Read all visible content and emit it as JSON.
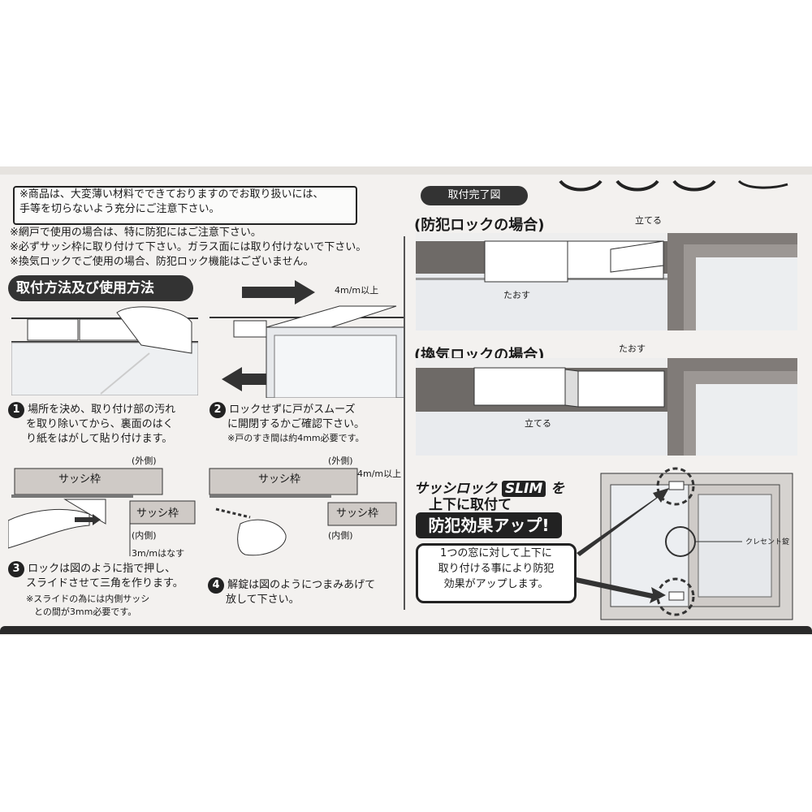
{
  "notes": {
    "boxed_line1": "※商品は、大変薄い材料でできておりますのでお取り扱いには、",
    "boxed_line2": "手等を切らないよう充分にご注意下さい。",
    "line3": "※網戸で使用の場合は、特に防犯にはご注意下さい。",
    "line4": "※必ずサッシ枠に取り付けて下さい。ガラス面には取り付けないで下さい。",
    "line5": "※換気ロックでご使用の場合、防犯ロック機能はございません。"
  },
  "howto": {
    "heading": "取付方法及び使用方法",
    "gap_label": "4",
    "gap_unit": "m/m以上",
    "step1": {
      "num": "1",
      "line1": "場所を決め、取り付け部の汚れ",
      "line2": "を取り除いてから、裏面のはく",
      "line3": "り紙をはがして貼り付けます。"
    },
    "step2": {
      "num": "2",
      "line1": "ロックせずに戸がスムーズ",
      "line2": "に開閉するかご確認下さい。",
      "note": "※戸のすき間は約4mm必要です。"
    },
    "step3": {
      "num": "3",
      "line1": "ロックは図のように指で押し、",
      "line2": "スライドさせて三角を作ります。",
      "note1": "※スライドの為には内側サッシ",
      "note2": "との間が3mm必要です。"
    },
    "step4": {
      "num": "4",
      "line1": "解錠は図のようにつまみあげて",
      "line2": "放して下さい。"
    },
    "diagram_left": {
      "outside": "(外側)",
      "sash": "サッシ枠",
      "sash2": "サッシ枠",
      "inside": "(内側)",
      "gap": "3m/mはなす"
    },
    "diagram_right": {
      "outside": "(外側)",
      "sash": "サッシ枠",
      "sash2": "サッシ枠",
      "inside": "(内側)",
      "gap": "4m/m以上"
    }
  },
  "complete": {
    "pill": "取付完了図",
    "security": {
      "title": "(防犯ロックの場合)",
      "stand": "立てる",
      "lay": "たおす"
    },
    "vent": {
      "title": "(換気ロックの場合)",
      "lay": "たおす",
      "stand": "立てる"
    }
  },
  "promo": {
    "line1_a": "サッシロック",
    "brand": "SLIM",
    "line1_b": "を",
    "line2": "上下に取付て",
    "badge": "防犯効果アップ!",
    "box_line1": "1つの窓に対して上下に",
    "box_line2": "取り付ける事により防犯",
    "box_line3": "効果がアップします。",
    "crescent": "クレセント錠"
  }
}
